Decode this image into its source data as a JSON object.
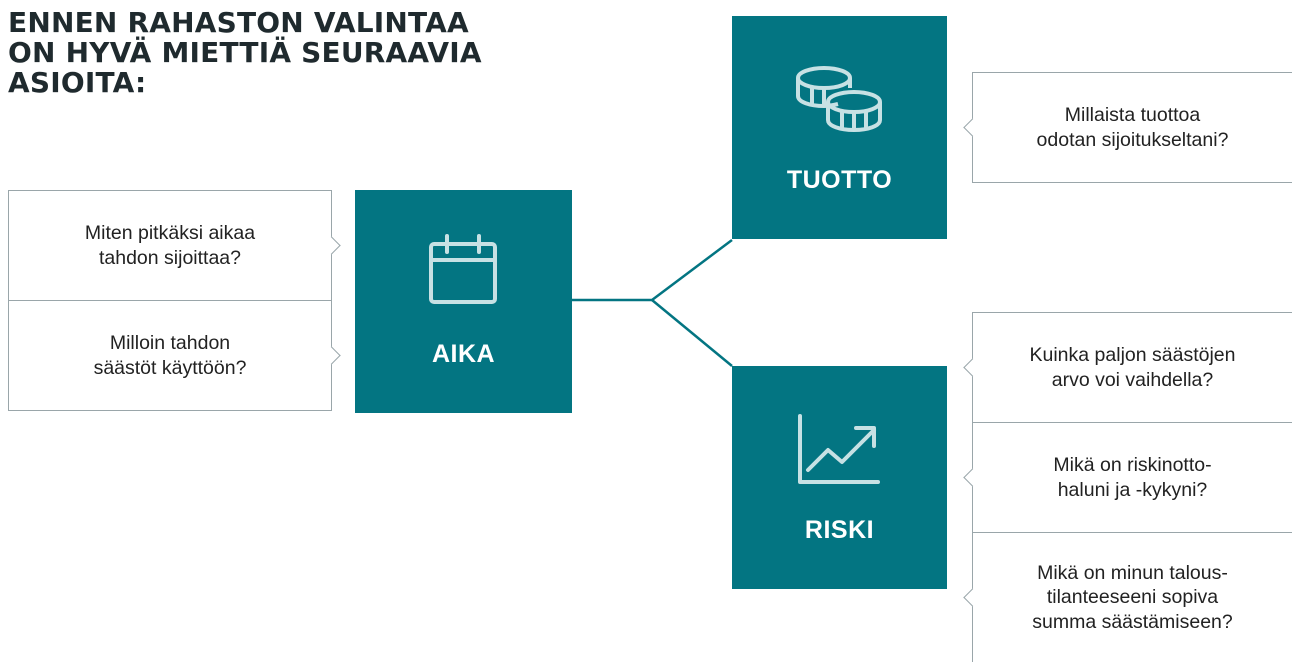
{
  "title": {
    "line1": "ENNEN RAHASTON VALINTAA",
    "line2": "ON HYVÄ MIETTIÄ SEURAAVIA",
    "line3": "ASIOITA:"
  },
  "colors": {
    "accent": "#037582"
  },
  "aika": {
    "label": "AIKA",
    "icon": "calendar-icon",
    "questions": [
      "Miten pitkäksi aikaa\ntahdon sijoittaa?",
      "Milloin tahdon\nsäästöt käyttöön?"
    ]
  },
  "tuotto": {
    "label": "TUOTTO",
    "icon": "coins-icon",
    "questions": [
      "Millaista tuottoa\nodotan sijoitukseltani?"
    ]
  },
  "riski": {
    "label": "RISKI",
    "icon": "trend-chart-icon",
    "questions": [
      "Kuinka paljon säästöjen\narvo voi vaihdella?",
      "Mikä on riskinotto-\nhaluni ja -kykyni?",
      "Mikä on minun talous-\ntilanteeseeni sopiva\nsumma säästämiseen?"
    ]
  }
}
